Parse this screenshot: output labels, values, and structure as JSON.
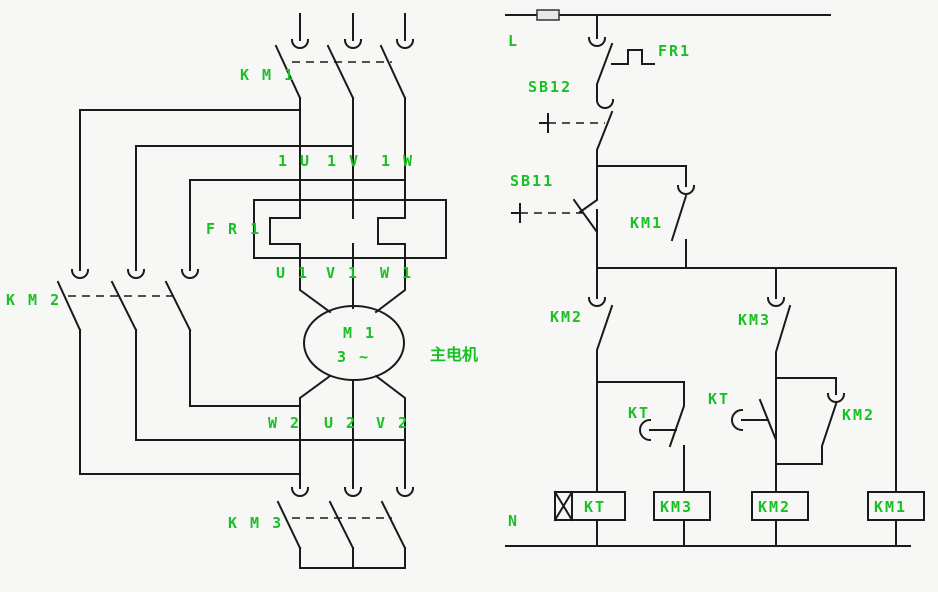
{
  "main_circuit": {
    "contactor_km1": "K M 1",
    "contactor_km2": "K M 2",
    "contactor_km3": "K M 3",
    "thermal_relay": "F R 1",
    "terminals_top": [
      "1 U",
      "1 V",
      "1 W"
    ],
    "terminals_mid": [
      "U 1",
      "V 1",
      "W 1"
    ],
    "terminals_bottom": [
      "W 2",
      "U 2",
      "V 2"
    ],
    "motor_line1": "M 1",
    "motor_line2": "3 ~",
    "motor_caption": "主电机"
  },
  "control_circuit": {
    "phase_line": "L",
    "neutral_line": "N",
    "thermal_contact": "FR1",
    "stop_button": "SB12",
    "start_button": "SB11",
    "hold_contact_km1": "KM1",
    "interlock_km2": "KM2",
    "interlock_km3": "KM3",
    "timer_contact_left": "KT",
    "timer_contact_right": "KT",
    "hold_contact_km2": "KM2",
    "coils": [
      "KT",
      "KM3",
      "KM2",
      "KM1"
    ]
  }
}
